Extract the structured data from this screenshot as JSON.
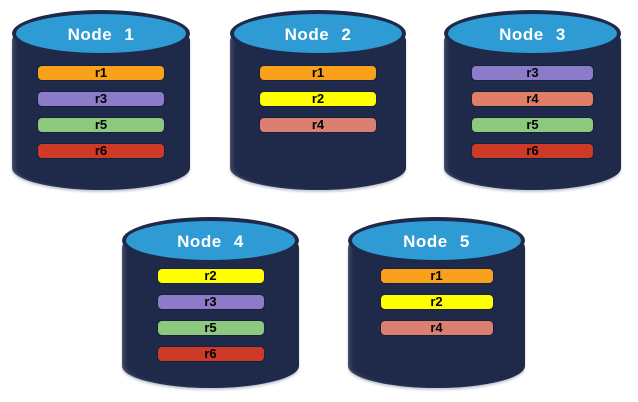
{
  "diagram": {
    "colors": {
      "background": "#FFFFFF",
      "cylinder_body": "#1F2A4B",
      "cylinder_top": "#2F9BD5",
      "title_text": "#FFFFFF",
      "bar_text": "#000000"
    },
    "nodes": [
      {
        "label": "Node 1",
        "replicas": [
          {
            "label": "r1",
            "color": "#F9A11B"
          },
          {
            "label": "r3",
            "color": "#8C7BC8"
          },
          {
            "label": "r5",
            "color": "#8CC87E"
          },
          {
            "label": "r6",
            "color": "#CE3A28"
          }
        ]
      },
      {
        "label": "Node 2",
        "replicas": [
          {
            "label": "r1",
            "color": "#F9A11B"
          },
          {
            "label": "r2",
            "color": "#FFFF00"
          },
          {
            "label": "r4",
            "color": "#DB8070"
          }
        ]
      },
      {
        "label": "Node 3",
        "replicas": [
          {
            "label": "r3",
            "color": "#8C7BC8"
          },
          {
            "label": "r4",
            "color": "#E07E68"
          },
          {
            "label": "r5",
            "color": "#8CC87E"
          },
          {
            "label": "r6",
            "color": "#CE3A28"
          }
        ]
      },
      {
        "label": "Node 4",
        "replicas": [
          {
            "label": "r2",
            "color": "#FFFF00"
          },
          {
            "label": "r3",
            "color": "#8C7BC8"
          },
          {
            "label": "r5",
            "color": "#8CC87E"
          },
          {
            "label": "r6",
            "color": "#CE3A28"
          }
        ]
      },
      {
        "label": "Node 5",
        "replicas": [
          {
            "label": "r1",
            "color": "#F9A11B"
          },
          {
            "label": "r2",
            "color": "#FFFF00"
          },
          {
            "label": "r4",
            "color": "#DB8070"
          }
        ]
      }
    ]
  }
}
